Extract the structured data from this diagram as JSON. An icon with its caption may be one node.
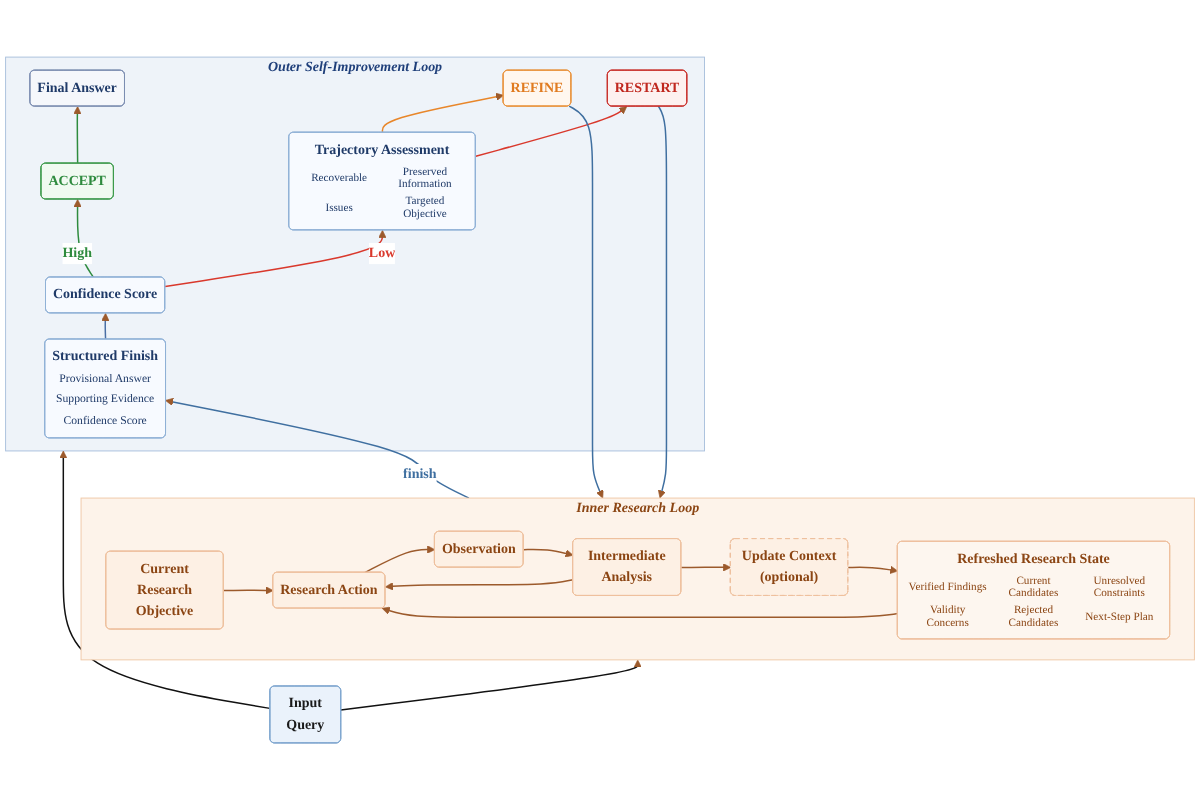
{
  "diagram": {
    "nodes": [
      {
        "text": [
          "Input Query"
        ]
      },
      {
        "text": [
          "Outer Self-Improvement Loop"
        ]
      },
      {
        "text": [
          "Structured Finish",
          "Provisional Answer",
          "Supporting Evidence",
          "Confidence Score"
        ],
        "in": 1
      },
      {
        "text": [
          "Confidence Score"
        ],
        "in": 1
      },
      {
        "text": [
          "ACCEPT"
        ],
        "in": 1
      },
      {
        "text": [
          "Final Answer"
        ],
        "in": 1
      },
      {
        "text": [
          "Trajectory Assessment",
          "Recoverable",
          "Preserved Information",
          "Issues",
          "Targeted Objective"
        ],
        "in": 1
      },
      {
        "text": [
          "REFINE"
        ],
        "in": 1
      },
      {
        "text": [
          "RESTART"
        ],
        "in": 1
      },
      {
        "text": [
          "Inner Research Loop"
        ]
      },
      {
        "text": [
          "Current Research Objective"
        ],
        "in": 9
      },
      {
        "text": [
          "Research Action"
        ],
        "in": 9
      },
      {
        "text": [
          "Observation"
        ],
        "in": 9
      },
      {
        "text": [
          "Intermediate Analysis"
        ],
        "in": 9
      },
      {
        "text": [
          "Update Context (optional)"
        ],
        "in": 9
      },
      {
        "text": [
          "Refreshed Research State",
          "Verified Findings",
          "Current Candidates",
          "Unresolved Constraints",
          "Validity Concerns",
          "Rejected Candidates",
          "Next-Step Plan"
        ],
        "in": 9
      }
    ],
    "edges": [
      {
        "from": 0,
        "to": 1,
        "arrow": "to",
        "color": "#111111"
      },
      {
        "from": 0,
        "to": 9,
        "arrow": "to",
        "color": "#111111"
      },
      {
        "from": 2,
        "to": 3,
        "arrow": "to",
        "color": "#4a6fa5"
      },
      {
        "from": 3,
        "to": 4,
        "arrow": "to",
        "label": "High",
        "color": "#2e8b3e"
      },
      {
        "from": 3,
        "to": 6,
        "arrow": "to",
        "label": "Low",
        "color": "#d9382c"
      },
      {
        "from": 4,
        "to": 5,
        "arrow": "to",
        "color": "#2e8b3e"
      },
      {
        "from": 6,
        "to": 7,
        "arrow": "to",
        "color": "#e8862a"
      },
      {
        "from": 6,
        "to": 8,
        "arrow": "to",
        "color": "#d9382c"
      },
      {
        "from": 7,
        "to": 9,
        "arrow": "to",
        "color": "#3f6fa0"
      },
      {
        "from": 8,
        "to": 9,
        "arrow": "to",
        "color": "#3f6fa0"
      },
      {
        "from": 9,
        "to": 2,
        "arrow": "to",
        "label": "finish",
        "color": "#3f6fa0"
      },
      {
        "from": 10,
        "to": 11,
        "arrow": "to"
      },
      {
        "from": 11,
        "to": 12,
        "arrow": "to"
      },
      {
        "from": 12,
        "to": 13,
        "arrow": "to"
      },
      {
        "from": 13,
        "to": 14,
        "arrow": "to"
      },
      {
        "from": 13,
        "to": 11,
        "arrow": "to"
      },
      {
        "from": 15,
        "to": 11,
        "arrow": "to"
      },
      {
        "from": 14,
        "to": 15,
        "arrow": "to"
      }
    ]
  }
}
